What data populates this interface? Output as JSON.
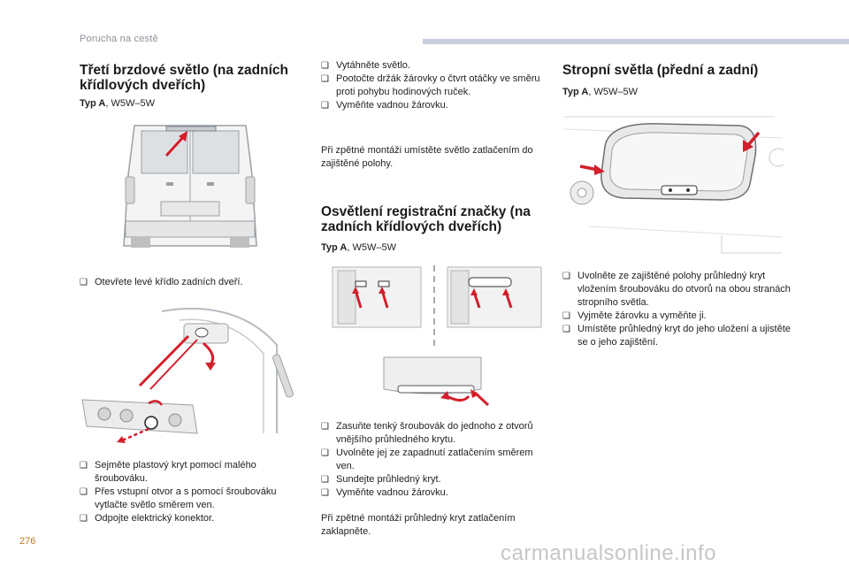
{
  "header": {
    "section": "Porucha na cestě"
  },
  "page_number": "276",
  "watermark": "carmanualsonline.info",
  "col1": {
    "title": "Třetí brzdové světlo (na zadních křídlových dveřích)",
    "typ_label": "Typ A",
    "typ_value": ", W5W–5W",
    "step1": "Otevřete levé křídlo zadních dveří.",
    "steps2": [
      "Sejměte plastový kryt pomocí malého šroubováku.",
      "Přes vstupní otvor a s pomocí šroubováku vytlačte světlo směrem ven.",
      "Odpojte elektrický konektor."
    ]
  },
  "col2": {
    "steps1": [
      "Vytáhněte světlo.",
      "Pootočte držák žárovky o čtvrt otáčky ve směru proti pohybu hodinových ruček.",
      "Vyměňte vadnou žárovku."
    ],
    "para1": "Při zpětné montáži umístěte světlo zatlačením do zajištěné polohy.",
    "title": "Osvětlení registrační značky (na zadních křídlových dveřích)",
    "typ_label": "Typ A",
    "typ_value": ", W5W–5W",
    "steps2": [
      "Zasuňte tenký šroubovák do jednoho z otvorů vnějšího průhledného krytu.",
      "Uvolněte jej ze zapadnutí zatlačením směrem ven.",
      "Sundejte průhledný kryt.",
      "Vyměňte vadnou žárovku."
    ],
    "para2": "Při zpětné montáži průhledný kryt zatlačením zaklapněte."
  },
  "col3": {
    "title": "Stropní světla (přední a zadní)",
    "typ_label": "Typ A",
    "typ_value": ", W5W–5W",
    "steps": [
      "Uvolněte ze zajištěné polohy průhledný kryt vložením šroubováku do otvorů na obou stranách stropního světla.",
      "Vyjměte žárovku a vyměňte ji.",
      "Umístěte průhledný kryt do jeho uložení a ujistěte se o jeho zajištění."
    ]
  },
  "colors": {
    "accent_red": "#d21f2b",
    "header_bar": "#c9cedd",
    "page_number": "#c47a1c"
  }
}
